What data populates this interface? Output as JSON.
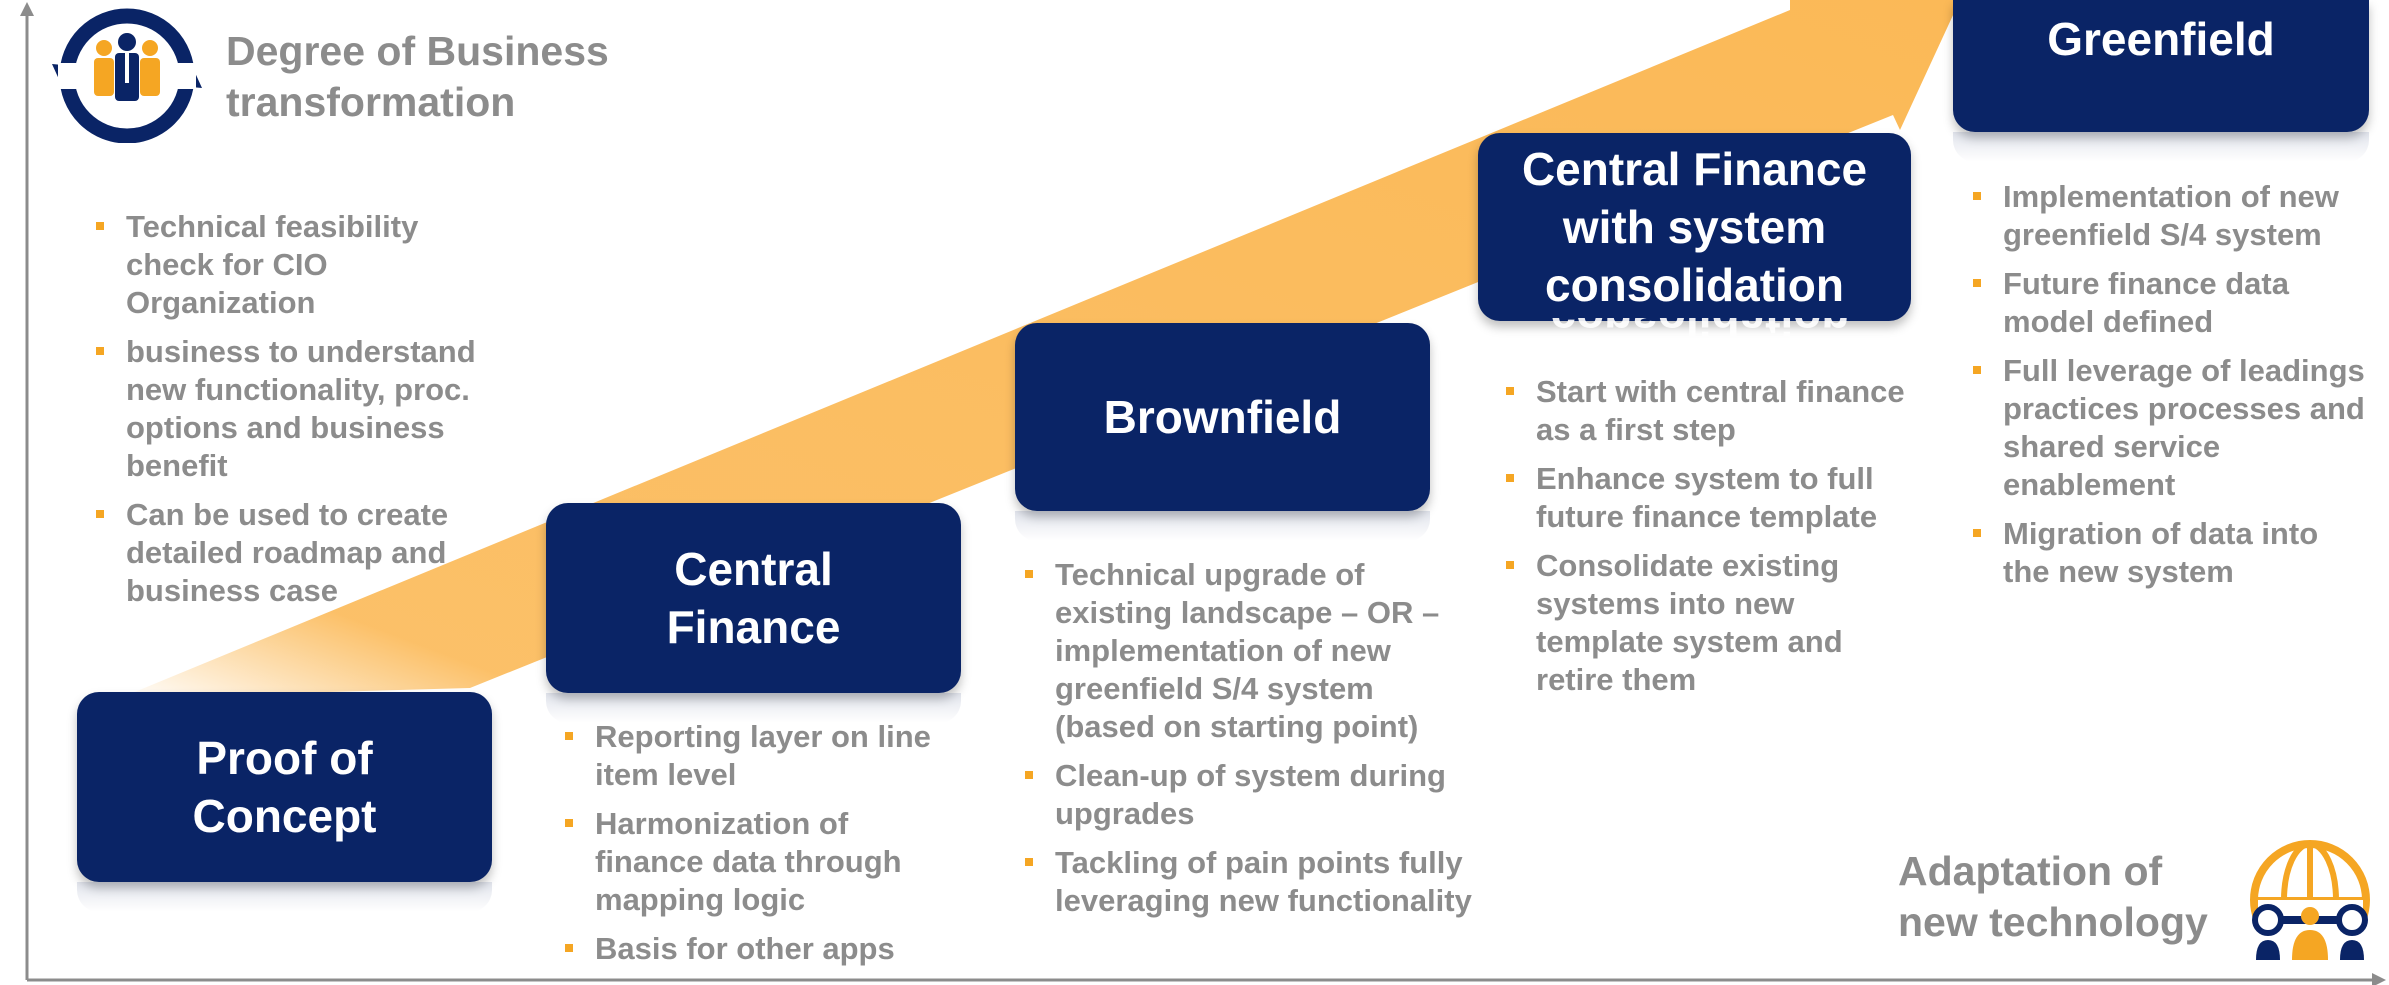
{
  "header": {
    "title_line1": "Degree of Business",
    "title_line2": "transformation"
  },
  "footer": {
    "title_line1": "Adaptation of",
    "title_line2": "new technology"
  },
  "stages": [
    {
      "id": "poc",
      "lines": [
        "Proof of",
        "Concept"
      ]
    },
    {
      "id": "cf",
      "lines": [
        "Central",
        "Finance"
      ]
    },
    {
      "id": "brownfield",
      "lines": [
        "Brownfield"
      ]
    },
    {
      "id": "cfsc",
      "lines": [
        "Central Finance",
        "with system",
        "consolidation"
      ]
    },
    {
      "id": "greenfield",
      "lines": [
        "Greenfield"
      ]
    }
  ],
  "bullets": {
    "poc": [
      "Technical feasibility check for CIO Organization",
      "business to understand new functionality, proc. options and business benefit",
      "Can be used to create detailed roadmap and business case"
    ],
    "cf": [
      "Reporting layer on line item level",
      "Harmonization of finance data through mapping logic",
      "Basis for other apps"
    ],
    "brownfield": [
      "Technical upgrade of existing landscape – OR – implementation of new greenfield S/4 system (based on starting point)",
      "Clean-up  of system during upgrades",
      "Tackling of pain points fully leveraging new functionality"
    ],
    "cfsc": [
      "Start with central finance as a first step",
      "Enhance system to full future finance template",
      "Consolidate existing systems into new template system and retire them"
    ],
    "greenfield": [
      "Implementation of new greenfield S/4 system",
      "Future finance data model defined",
      "Full leverage of leadings practices processes and shared service enablement",
      "Migration of data into the new system"
    ]
  },
  "icons": {
    "header": "business-people-cycle-icon",
    "footer": "globe-network-people-icon"
  },
  "colors": {
    "navy": "#0a2466",
    "orange": "#f5a623",
    "arrow": "#fbb957",
    "text_grey": "#8c8c8c"
  }
}
